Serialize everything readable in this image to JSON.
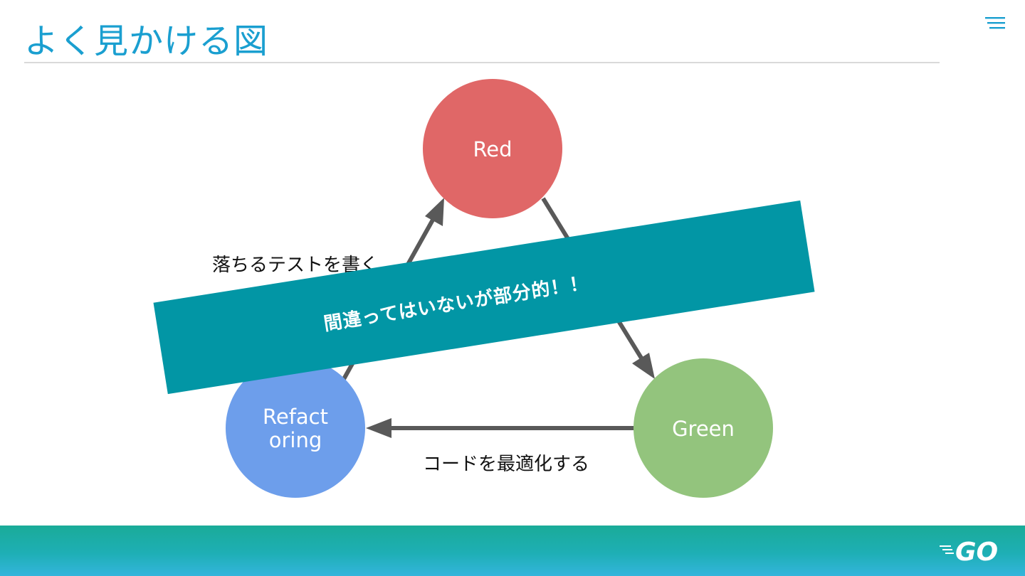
{
  "slide": {
    "title": "よく見かける図"
  },
  "diagram": {
    "nodes": {
      "red": {
        "label": "Red",
        "color": "#e06767"
      },
      "green": {
        "label": "Green",
        "color": "#93c47d"
      },
      "refactoring": {
        "label_line1": "Refact",
        "label_line2": "oring",
        "color": "#6d9eeb"
      }
    },
    "edges": {
      "refactoring_to_red": "落ちるテストを書く",
      "green_to_refactoring": "コードを最適化する"
    },
    "arrow_color": "#595959"
  },
  "banner": {
    "text": "間違ってはいないが部分的！！",
    "color": "#0296a5"
  },
  "footer": {
    "logo": "GO"
  }
}
